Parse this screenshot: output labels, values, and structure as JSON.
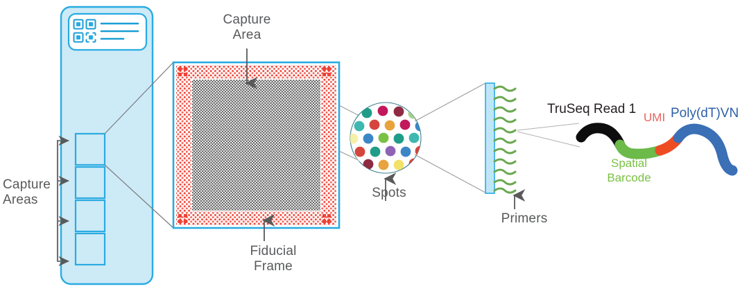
{
  "diagram": {
    "title": "Spatial transcriptomics capture slide schematic",
    "labels": {
      "capture_areas": "Capture\nAreas",
      "capture_area": "Capture\nArea",
      "fiducial_frame": "Fiducial\nFrame",
      "spots": "Spots",
      "primers": "Primers"
    },
    "molecule": {
      "segments": [
        {
          "name": "truseq-read-1",
          "label": "TruSeq Read 1",
          "color": "#0d0d0d",
          "label_color": "#231f20"
        },
        {
          "name": "spatial-barcode",
          "label": "Spatial\nBarcode",
          "color": "#6cb councils"
        },
        {
          "name": "umi",
          "label": "UMI",
          "color": "#ef4b23",
          "label_color": "#e8635f"
        },
        {
          "name": "poly-dt-vn",
          "label": "Poly(dT)VN",
          "color": "#3b6fb6",
          "label_color": "#2d5fa8"
        }
      ],
      "truseq_label": "TruSeq Read 1",
      "barcode_label": "Spatial\nBarcode",
      "umi_label": "UMI",
      "polydt_label": "Poly(dT)VN"
    },
    "slide": {
      "name": "microscope-slide",
      "capture_area_count": 4,
      "barcode_square_count": 4,
      "barcode_line_count": 3
    },
    "primers": {
      "strand_count": 11,
      "color": "#6aa84f"
    },
    "colors": {
      "slide_fill": "#cdeaf7",
      "slide_stroke": "#29abe2",
      "fiducial_red": "#ee3124",
      "grid_gray": "#4d4d4d",
      "text_gray": "#58595b",
      "primer_green": "#6aa84f",
      "bar_fill": "#bfe6f7",
      "connector_gray": "#8c8c8c"
    },
    "spots": {
      "name": "spot-circle",
      "palette": [
        "#1f9d88",
        "#c2185b",
        "#e8a33d",
        "#d6453c",
        "#3b86c6",
        "#7ac143",
        "#8e63b5",
        "#3fb8b0",
        "#f2e16a",
        "#a8d08d"
      ],
      "count": 30
    }
  }
}
